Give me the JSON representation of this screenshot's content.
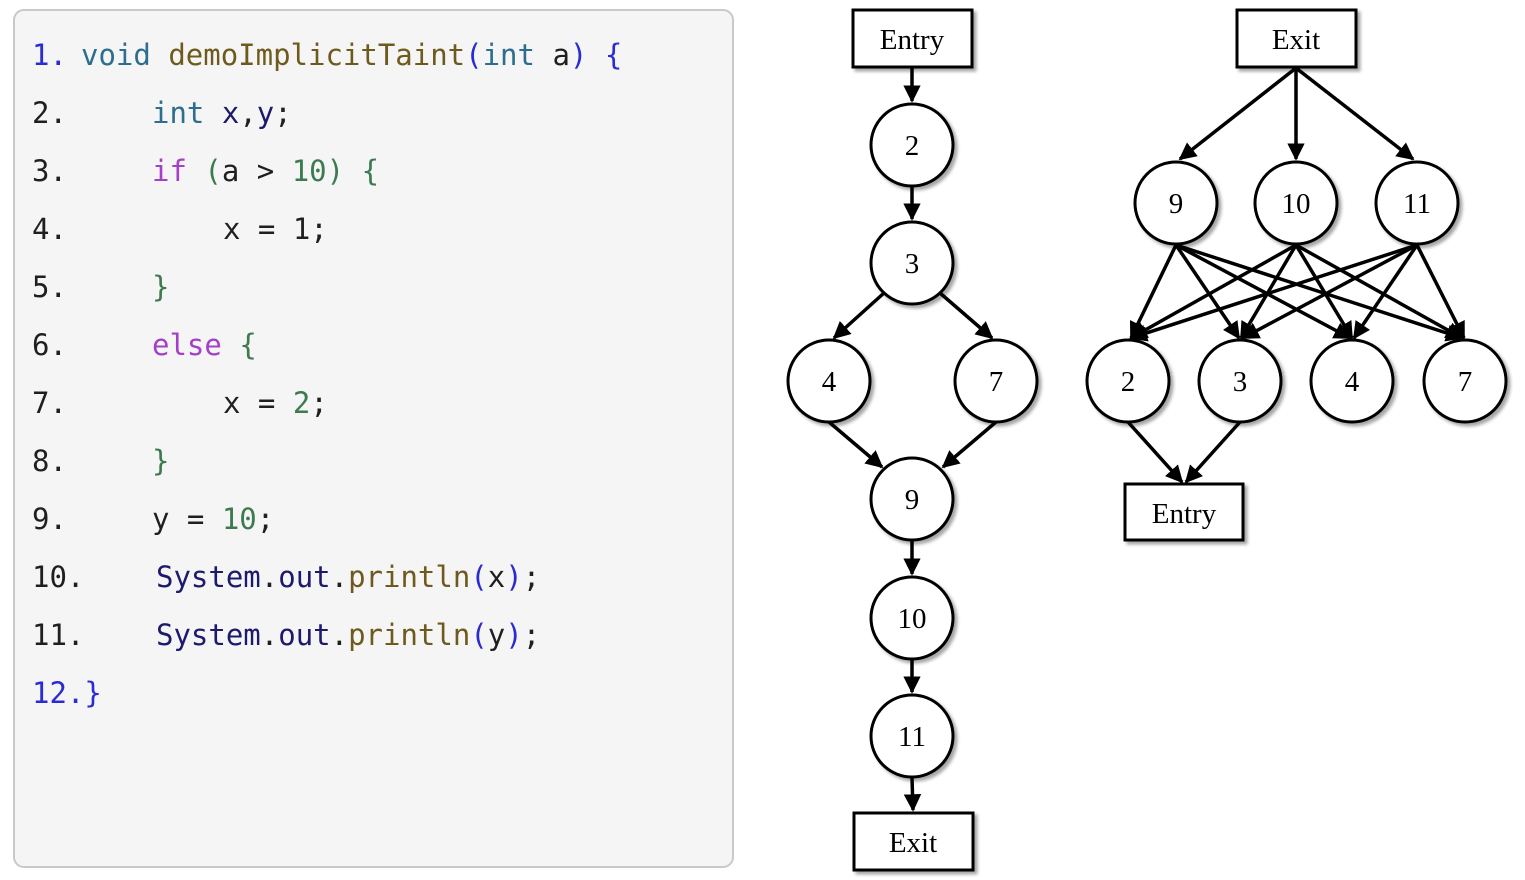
{
  "code": {
    "lines": [
      {
        "num": "1.",
        "parts": [
          "void",
          " ",
          "demoImplicitTaint",
          "(",
          "int",
          " ",
          "a",
          ")",
          " ",
          "{"
        ]
      },
      {
        "num": "2.",
        "parts": [
          "int",
          " ",
          "x",
          ",",
          "y",
          ";"
        ]
      },
      {
        "num": "3.",
        "parts": [
          "if",
          " ",
          "(",
          "a",
          " > ",
          "10",
          ")",
          " ",
          "{"
        ]
      },
      {
        "num": "4.",
        "parts": [
          "x = 1;"
        ]
      },
      {
        "num": "5.",
        "parts": [
          "}"
        ]
      },
      {
        "num": "6.",
        "parts": [
          "else",
          " ",
          "{"
        ]
      },
      {
        "num": "7.",
        "parts": [
          "x = ",
          "2",
          ";"
        ]
      },
      {
        "num": "8.",
        "parts": [
          "}"
        ]
      },
      {
        "num": "9.",
        "parts": [
          "y = ",
          "10",
          ";"
        ]
      },
      {
        "num": "10.",
        "parts": [
          "System",
          ".",
          "out",
          ".",
          "println",
          "(",
          "x",
          ")",
          ";"
        ]
      },
      {
        "num": "11.",
        "parts": [
          "System",
          ".",
          "out",
          ".",
          "println",
          "(",
          "y",
          ")",
          ";"
        ]
      },
      {
        "num": "12.",
        "parts": [
          "}"
        ]
      }
    ]
  },
  "cfg": {
    "entry": "Entry",
    "exit": "Exit",
    "nodes": [
      "2",
      "3",
      "4",
      "7",
      "9",
      "10",
      "11"
    ]
  },
  "pdg": {
    "exit": "Exit",
    "entry": "Entry",
    "top_nodes": [
      "9",
      "10",
      "11"
    ],
    "mid_nodes": [
      "2",
      "3",
      "4",
      "7"
    ]
  }
}
